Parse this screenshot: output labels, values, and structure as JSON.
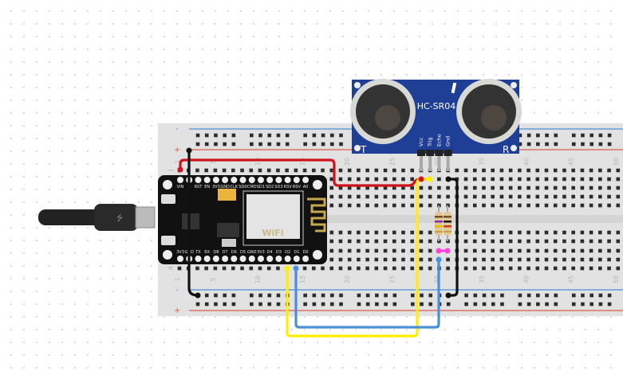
{
  "breadboard": {
    "column_numbers": [
      "1",
      "5",
      "10",
      "15",
      "20",
      "25",
      "30",
      "35",
      "40",
      "45",
      "50"
    ],
    "row_letters_top": "J",
    "row_letters_bottom": "A",
    "rail_minus": "-",
    "rail_plus": "+",
    "colors": {
      "body": "#e2e2e2",
      "rail_blue": "#4a90d9",
      "rail_red": "#e0584a",
      "hole": "#2c2c2c"
    }
  },
  "sensor": {
    "name": "HC-SR04",
    "pins": [
      "Vcc",
      "Trig",
      "Echo",
      "Gnd"
    ],
    "transmitter_label": "T",
    "receiver_label": "R",
    "color": "#1f3f96"
  },
  "nodemcu": {
    "top_pins": [
      "VIN",
      "G",
      "RST",
      "EN",
      "3V3",
      "GND",
      "CLK",
      "SD0",
      "CMD",
      "SD1",
      "SD2",
      "SD3",
      "RSV",
      "RSV",
      "A0"
    ],
    "bottom_pins": [
      "3V3",
      "GND",
      "TX",
      "RX",
      "D8",
      "D7",
      "D6",
      "D5",
      "GND",
      "3V3",
      "D4",
      "D3",
      "D2",
      "D1",
      "D0"
    ],
    "module_text": "WiFi",
    "color": "#111111"
  },
  "wires": {
    "vcc": "#d0141c",
    "gnd": "#111111",
    "trig": "#ffee00",
    "echo": "#4a90d9",
    "jumper": "#ff44dd"
  }
}
